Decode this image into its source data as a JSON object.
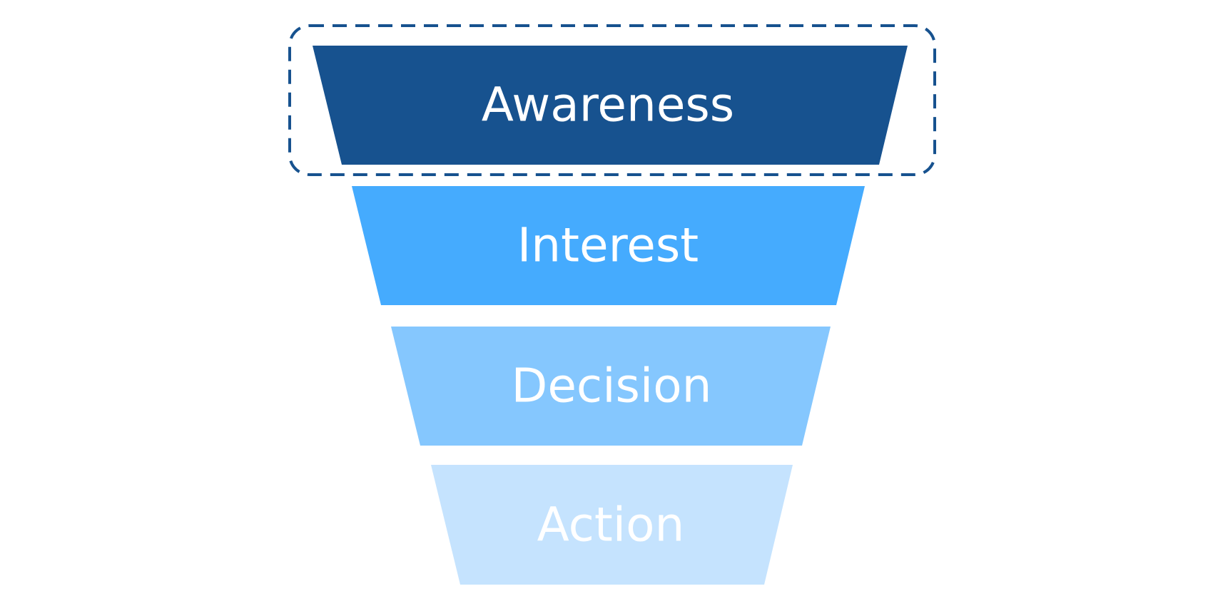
{
  "diagram": {
    "type": "funnel",
    "stages": [
      {
        "label": "Awareness",
        "color": "#17528F",
        "highlighted": true
      },
      {
        "label": "Interest",
        "color": "#45ABFE",
        "highlighted": false
      },
      {
        "label": "Decision",
        "color": "#85C7FE",
        "highlighted": false
      },
      {
        "label": "Action",
        "color": "#C5E3FE",
        "highlighted": false
      }
    ],
    "highlight": {
      "style": "dashed",
      "color": "#17528F"
    }
  }
}
